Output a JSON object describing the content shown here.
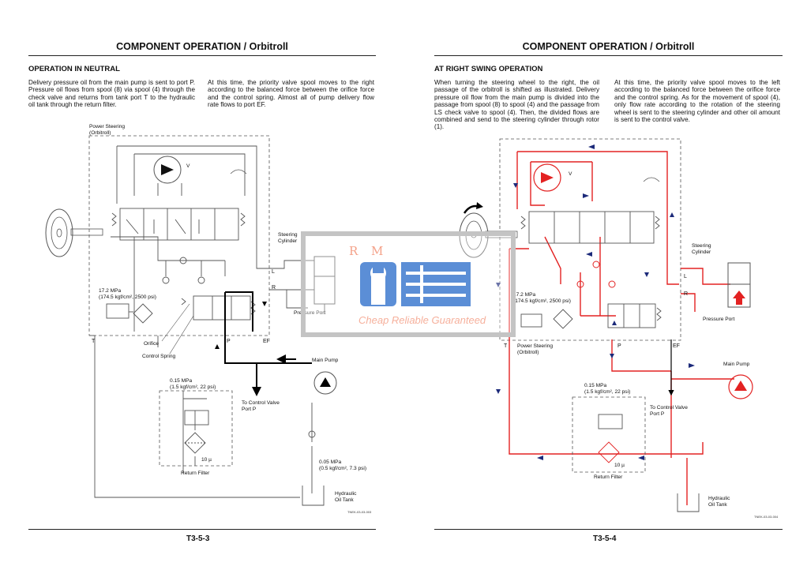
{
  "left_page": {
    "header": "COMPONENT OPERATION / Orbitroll",
    "section_title": "OPERATION IN NEUTRAL",
    "para_left": "Delivery pressure oil from the main pump is sent to port P. Pressure oil flows from spool (8) via spool (4) through the check valve and returns from tank port T to the hydraulic oil tank through the return filter.",
    "para_right": "At this time, the priority valve spool moves to the right according to the balanced force between the orifice force and the control spring. Almost all of pump delivery flow rate flows to port EF.",
    "page_number": "T3-5-3",
    "diagram": {
      "power_steering_l1": "Power Steering",
      "power_steering_l2": "(Orbitroll)",
      "v": "V",
      "steering_cylinder_l1": "Steering",
      "steering_cylinder_l2": "Cylinder",
      "port_l": "L",
      "port_r": "R",
      "pressure_port": "Pressure Port",
      "relief_l1": "17.2 MPa",
      "relief_l2": "(174.5 kgf/cm², 2500 psi)",
      "orifice": "Orifice",
      "control_spring": "Control Spring",
      "port_t": "T",
      "port_p": "P",
      "port_ef": "EF",
      "main_pump": "Main Pump",
      "to_cv_l1": "To Control Valve",
      "to_cv_l2": "Port P",
      "bypass_l1": "0.15 MPa",
      "bypass_l2": "(1.5 kgf/cm², 22 psi)",
      "filter_mesh": "10 µ",
      "return_filter": "Return Filter",
      "check_l1": "0.05 MPa",
      "check_l2": "(0.5 kgf/cm², 7.3 psi)",
      "tank_l1": "Hydraulic",
      "tank_l2": "Oil Tank",
      "fig_code": "TNEK-03-03-003"
    }
  },
  "right_page": {
    "header": "COMPONENT OPERATION / Orbitroll",
    "section_title": "AT RIGHT SWING OPERATION",
    "para_left": "When turning the steering wheel to the right, the oil passage of the orbitroll is shifted as illustrated. Delivery pressure oil flow from the main pump is divided into the passage from spool (8) to spool (4) and the passage from LS check valve to spool (4). Then, the divided flows are combined and send to the steering cylinder through rotor (1).",
    "para_right": "At this time, the priority valve spool moves to the left according to the balanced force between the orifice force and the control spring. As for the movement of spool (4), only flow rate according to the rotation of the steering wheel is sent to the steering cylinder and other oil amount is sent to the control valve.",
    "page_number": "T3-5-4",
    "diagram": {
      "v": "V",
      "steering_cylinder_l1": "Steering",
      "steering_cylinder_l2": "Cylinder",
      "port_l": "L",
      "port_r": "R",
      "pressure_port": "Pressure Port",
      "relief_l1": "17.2 MPa",
      "relief_l2": "(174.5 kgf/cm², 2500 psi)",
      "port_t": "T",
      "power_steering_l1": "Power Steering",
      "power_steering_l2": "(Orbitroll)",
      "port_p": "P",
      "port_ef": "EF",
      "main_pump": "Main Pump",
      "bypass_l1": "0.15 MPa",
      "bypass_l2": "(1.5 kgf/cm², 22 psi)",
      "to_cv_l1": "To Control Valve",
      "to_cv_l2": "Port P",
      "filter_mesh": "10 µ",
      "return_filter": "Return Filter",
      "tank_l1": "Hydraulic",
      "tank_l2": "Oil Tank",
      "fig_code": "TNEK-03-03-004"
    }
  },
  "watermark": {
    "letters": "R M",
    "tagline": "Cheap Reliable Guaranteed"
  },
  "colors": {
    "line": "#555555",
    "flow_black": "#000000",
    "flow_red": "#e32222",
    "arrow_blue": "#1c2a7a",
    "watermark_gray": "#c4c4c4",
    "watermark_blue": "#5b8ed6"
  }
}
